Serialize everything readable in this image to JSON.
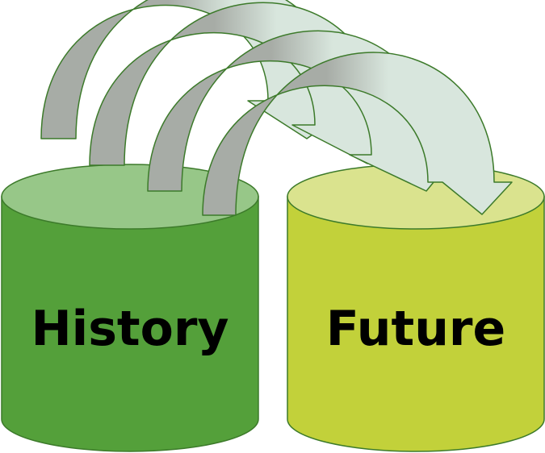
{
  "cylinders": [
    {
      "label": "History",
      "body_color": "#54a03a",
      "top_color": "#97c788",
      "stroke_color": "#3c7a2a"
    },
    {
      "label": "Future",
      "body_color": "#c2d13a",
      "top_color": "#dae38e",
      "stroke_color": "#3c7a2a"
    }
  ],
  "arrows": {
    "count": 4,
    "fill_start": "#a7aca6",
    "fill_end": "#d8e6dd",
    "stroke_color": "#3c7a2a"
  }
}
